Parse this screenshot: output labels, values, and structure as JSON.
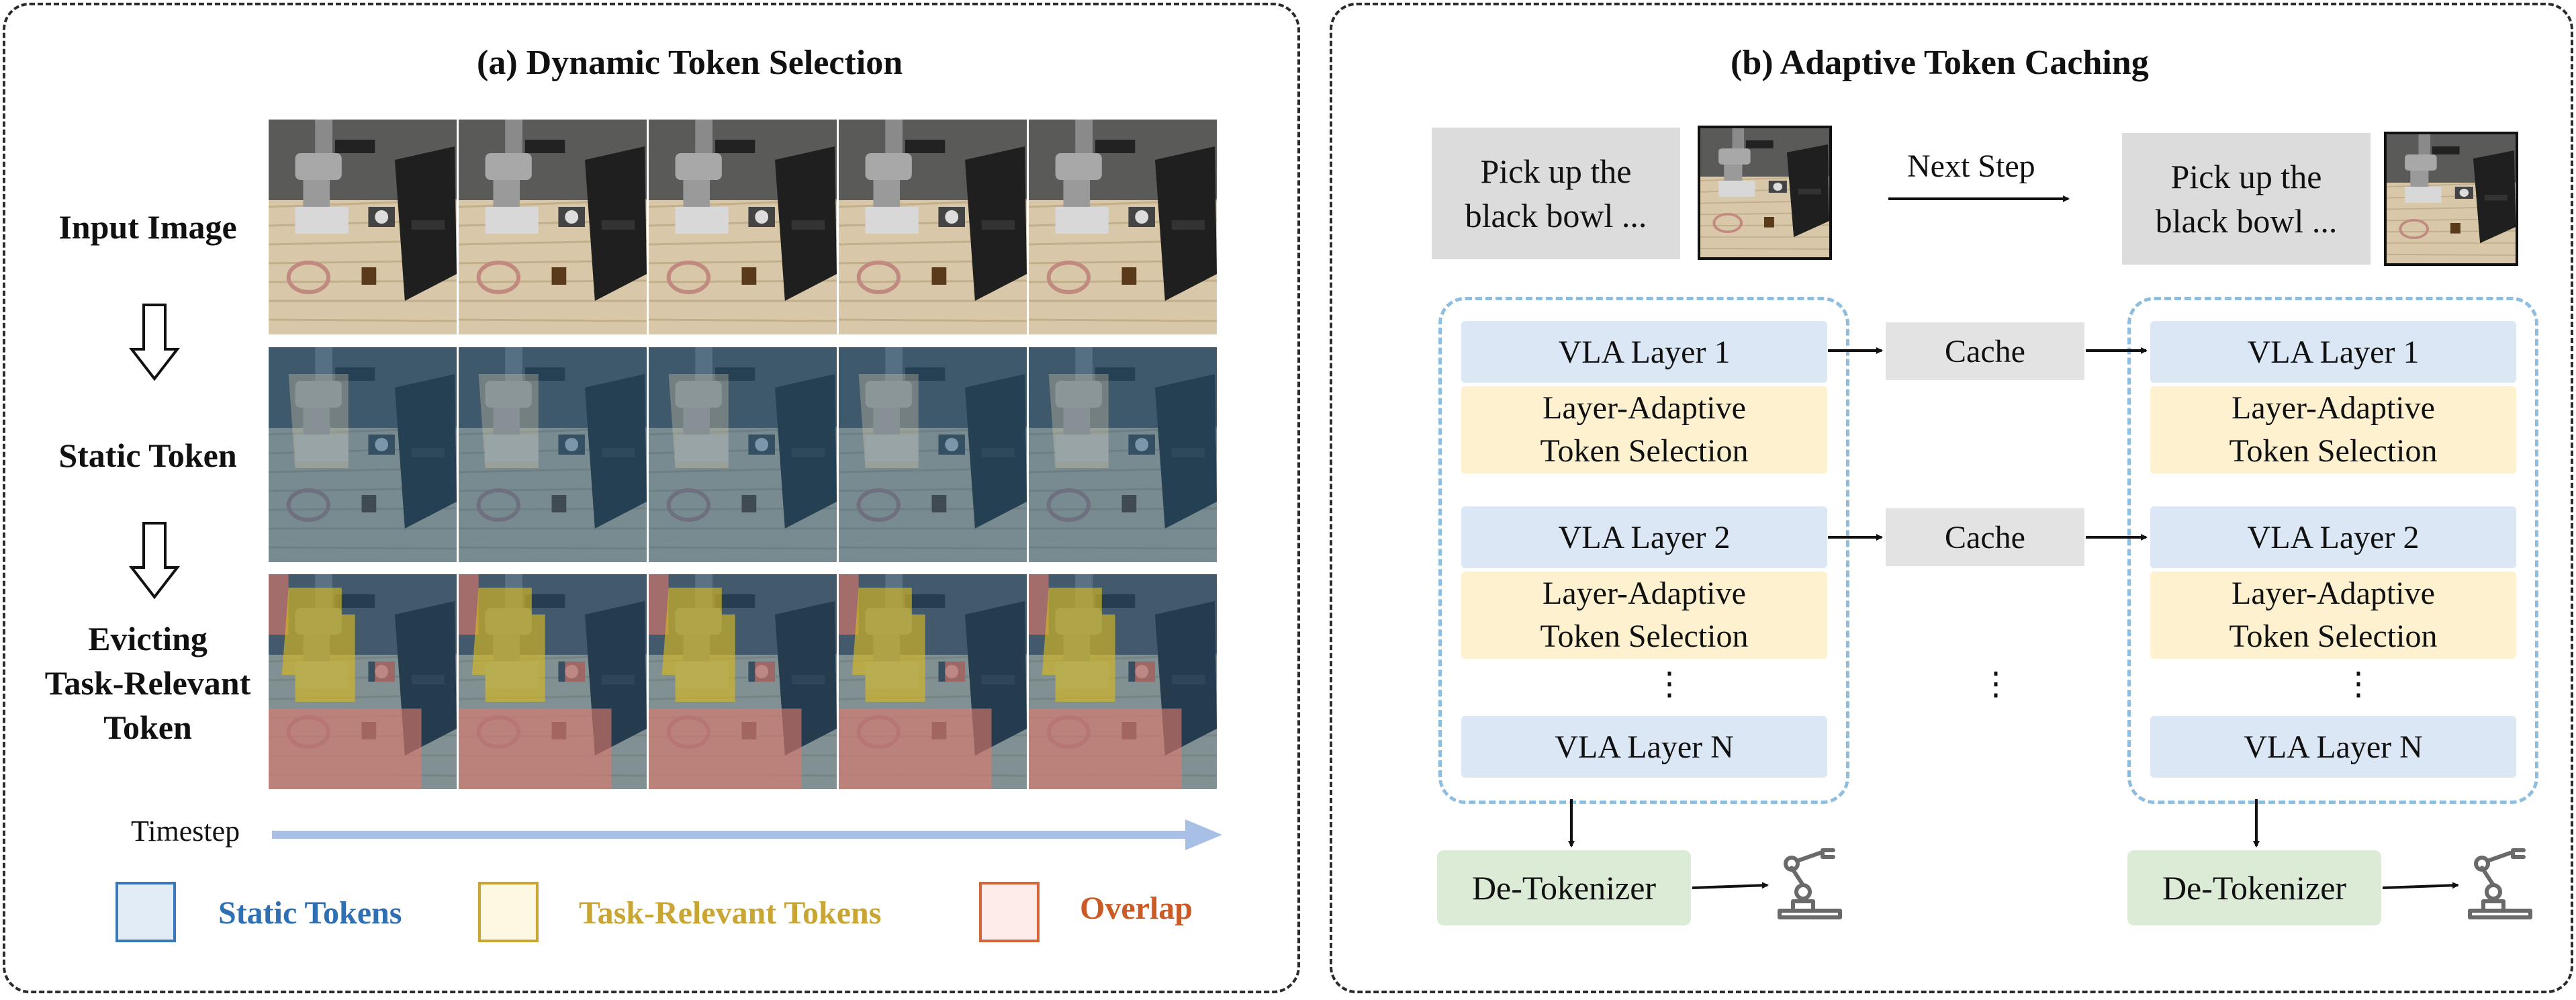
{
  "panel_a": {
    "title": "(a) Dynamic Token Selection",
    "rows": [
      {
        "label": "Input Image",
        "kind": "input"
      },
      {
        "label": "Static Token",
        "kind": "static"
      },
      {
        "label": "Evicting\nTask-Relevant\nToken",
        "kind": "evict"
      }
    ],
    "frames_per_row": 5,
    "timestep_label": "Timestep",
    "legend": [
      {
        "label": "Static Tokens",
        "fill": "#e2ecf7",
        "border": "#3b78b8",
        "text_color": "#2f6fb3"
      },
      {
        "label": "Task-Relevant Tokens",
        "fill": "#fdf8e2",
        "border": "#c9a634",
        "text_color": "#c9a634"
      },
      {
        "label": "Overlap",
        "fill": "#fdecea",
        "border": "#d2663a",
        "text_color": "#cc5a24"
      }
    ]
  },
  "panel_b": {
    "title": "(b) Adaptive Token Caching",
    "prompt_left": "Pick up the\nblack bowl ...",
    "prompt_right": "Pick up the\nblack bowl ...",
    "next_step": "Next Step",
    "layer1": "VLA Layer 1",
    "layer2": "VLA Layer 2",
    "layerN": "VLA Layer N",
    "selection": "Layer-Adaptive\nToken Selection",
    "cache": "Cache",
    "ellipsis": "⋮",
    "detokenizer": "De-Tokenizer",
    "robot_icon": "robot-arm-icon"
  },
  "colors": {
    "arrow_timestep": "#a8c0e6",
    "dashed_group": "#8fbde0",
    "static_tint": "#2a5a7e",
    "task_tint": "#d6b820",
    "overlap_tint": "#e27a6a"
  }
}
